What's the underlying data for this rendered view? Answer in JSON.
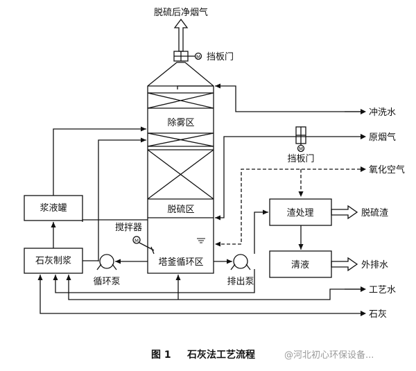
{
  "labels": {
    "clean_flue_gas": "脱硫后净烟气",
    "damper_top": "挡板门",
    "demister_zone": "除雾区",
    "desulfurization_zone": "脱硫区",
    "agitator": "搅拌器",
    "tower_sump_circulation_zone": "塔釜循环区",
    "circulation_pump": "循环泵",
    "discharge_pump": "排出泵",
    "slurry_tank": "浆液罐",
    "lime_slurry_prep": "石灰制浆",
    "flushing_water": "冲洗水",
    "raw_flue_gas": "原烟气",
    "damper_mid": "挡板门",
    "oxidation_air": "氧化空气",
    "slag_treatment": "渣处理",
    "desulfurization_slag": "脱硫渣",
    "clear_liquid": "清液",
    "external_discharge": "外排水",
    "process_water": "工艺水",
    "lime": "石灰",
    "motor_symbol": "M"
  },
  "caption": {
    "figure": "图 1",
    "title": "石灰法工艺流程",
    "watermark": "@河北初心环保设备..."
  }
}
